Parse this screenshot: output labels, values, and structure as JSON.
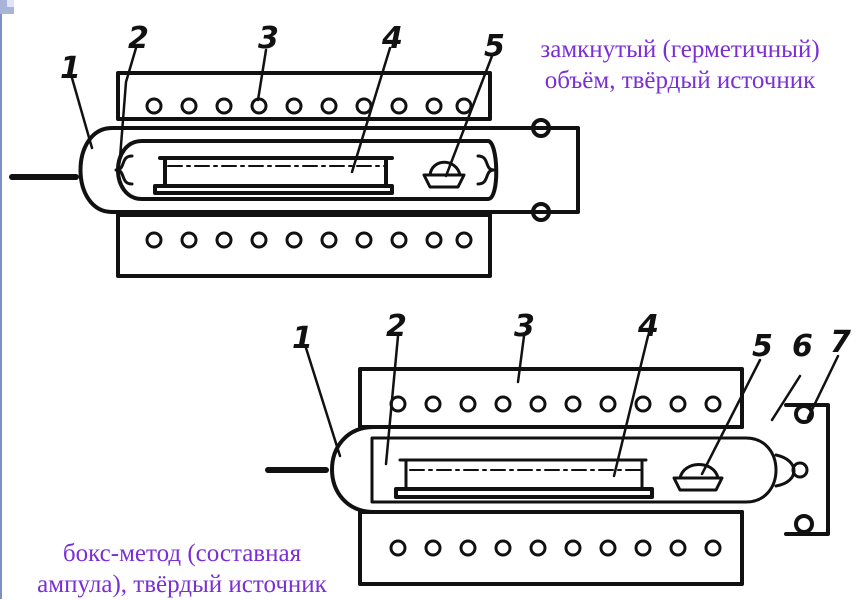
{
  "captions": {
    "top": [
      "замкнутый (герметичный)",
      "объём, твёрдый источник"
    ],
    "bottom": [
      "бокс-метод (составная",
      "ампула), твёрдый источник"
    ]
  },
  "top_diagram_labels": [
    "1",
    "2",
    "3",
    "4",
    "5"
  ],
  "bottom_diagram_labels": [
    "1",
    "2",
    "3",
    "4",
    "5",
    "6",
    "7"
  ],
  "colors": {
    "caption": "#7a2fd6",
    "ink": "#111111",
    "slide_accent": "#7d8fc7"
  }
}
